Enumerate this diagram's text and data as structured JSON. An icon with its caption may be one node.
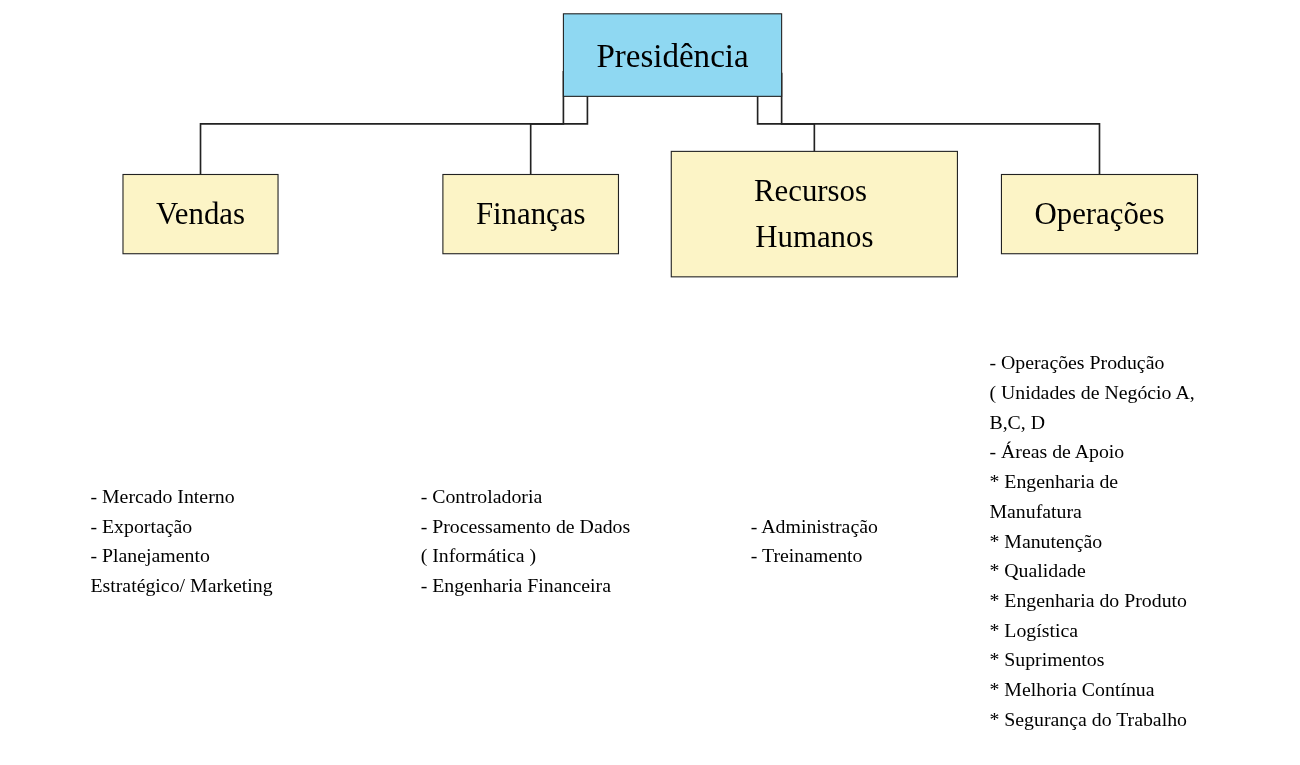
{
  "diagram": {
    "nodes": [
      {
        "text": [
          "Presidência"
        ]
      },
      {
        "text": [
          "Vendas"
        ],
        "beside": [
          "- Mercado Interno",
          "- Exportação",
          "- Planejamento Estratégico/ Marketing"
        ]
      },
      {
        "text": [
          "Finanças"
        ],
        "beside": [
          "- Controladoria",
          "- Processamento de Dados ( Informática )",
          "- Engenharia Financeira"
        ]
      },
      {
        "text": [
          "Recursos Humanos"
        ],
        "beside": [
          "- Administração",
          "-  Treinamento"
        ]
      },
      {
        "text": [
          "Operações"
        ],
        "beside": [
          "- Operações Produção",
          "( Unidades de Negócio A, B,C, D",
          "- Áreas de Apoio",
          "* Engenharia de Manufatura",
          "* Manutenção",
          "* Qualidade",
          "* Engenharia do Produto",
          "* Logística",
          "* Suprimentos",
          "* Melhoria Contínua",
          "* Segurança do Trabalho"
        ]
      }
    ],
    "edges": [
      {
        "from": 0,
        "to": 1,
        "arrow": "none"
      },
      {
        "from": 0,
        "to": 2,
        "arrow": "none"
      },
      {
        "from": 0,
        "to": 3,
        "arrow": "none"
      },
      {
        "from": 0,
        "to": 4,
        "arrow": "none"
      }
    ]
  }
}
